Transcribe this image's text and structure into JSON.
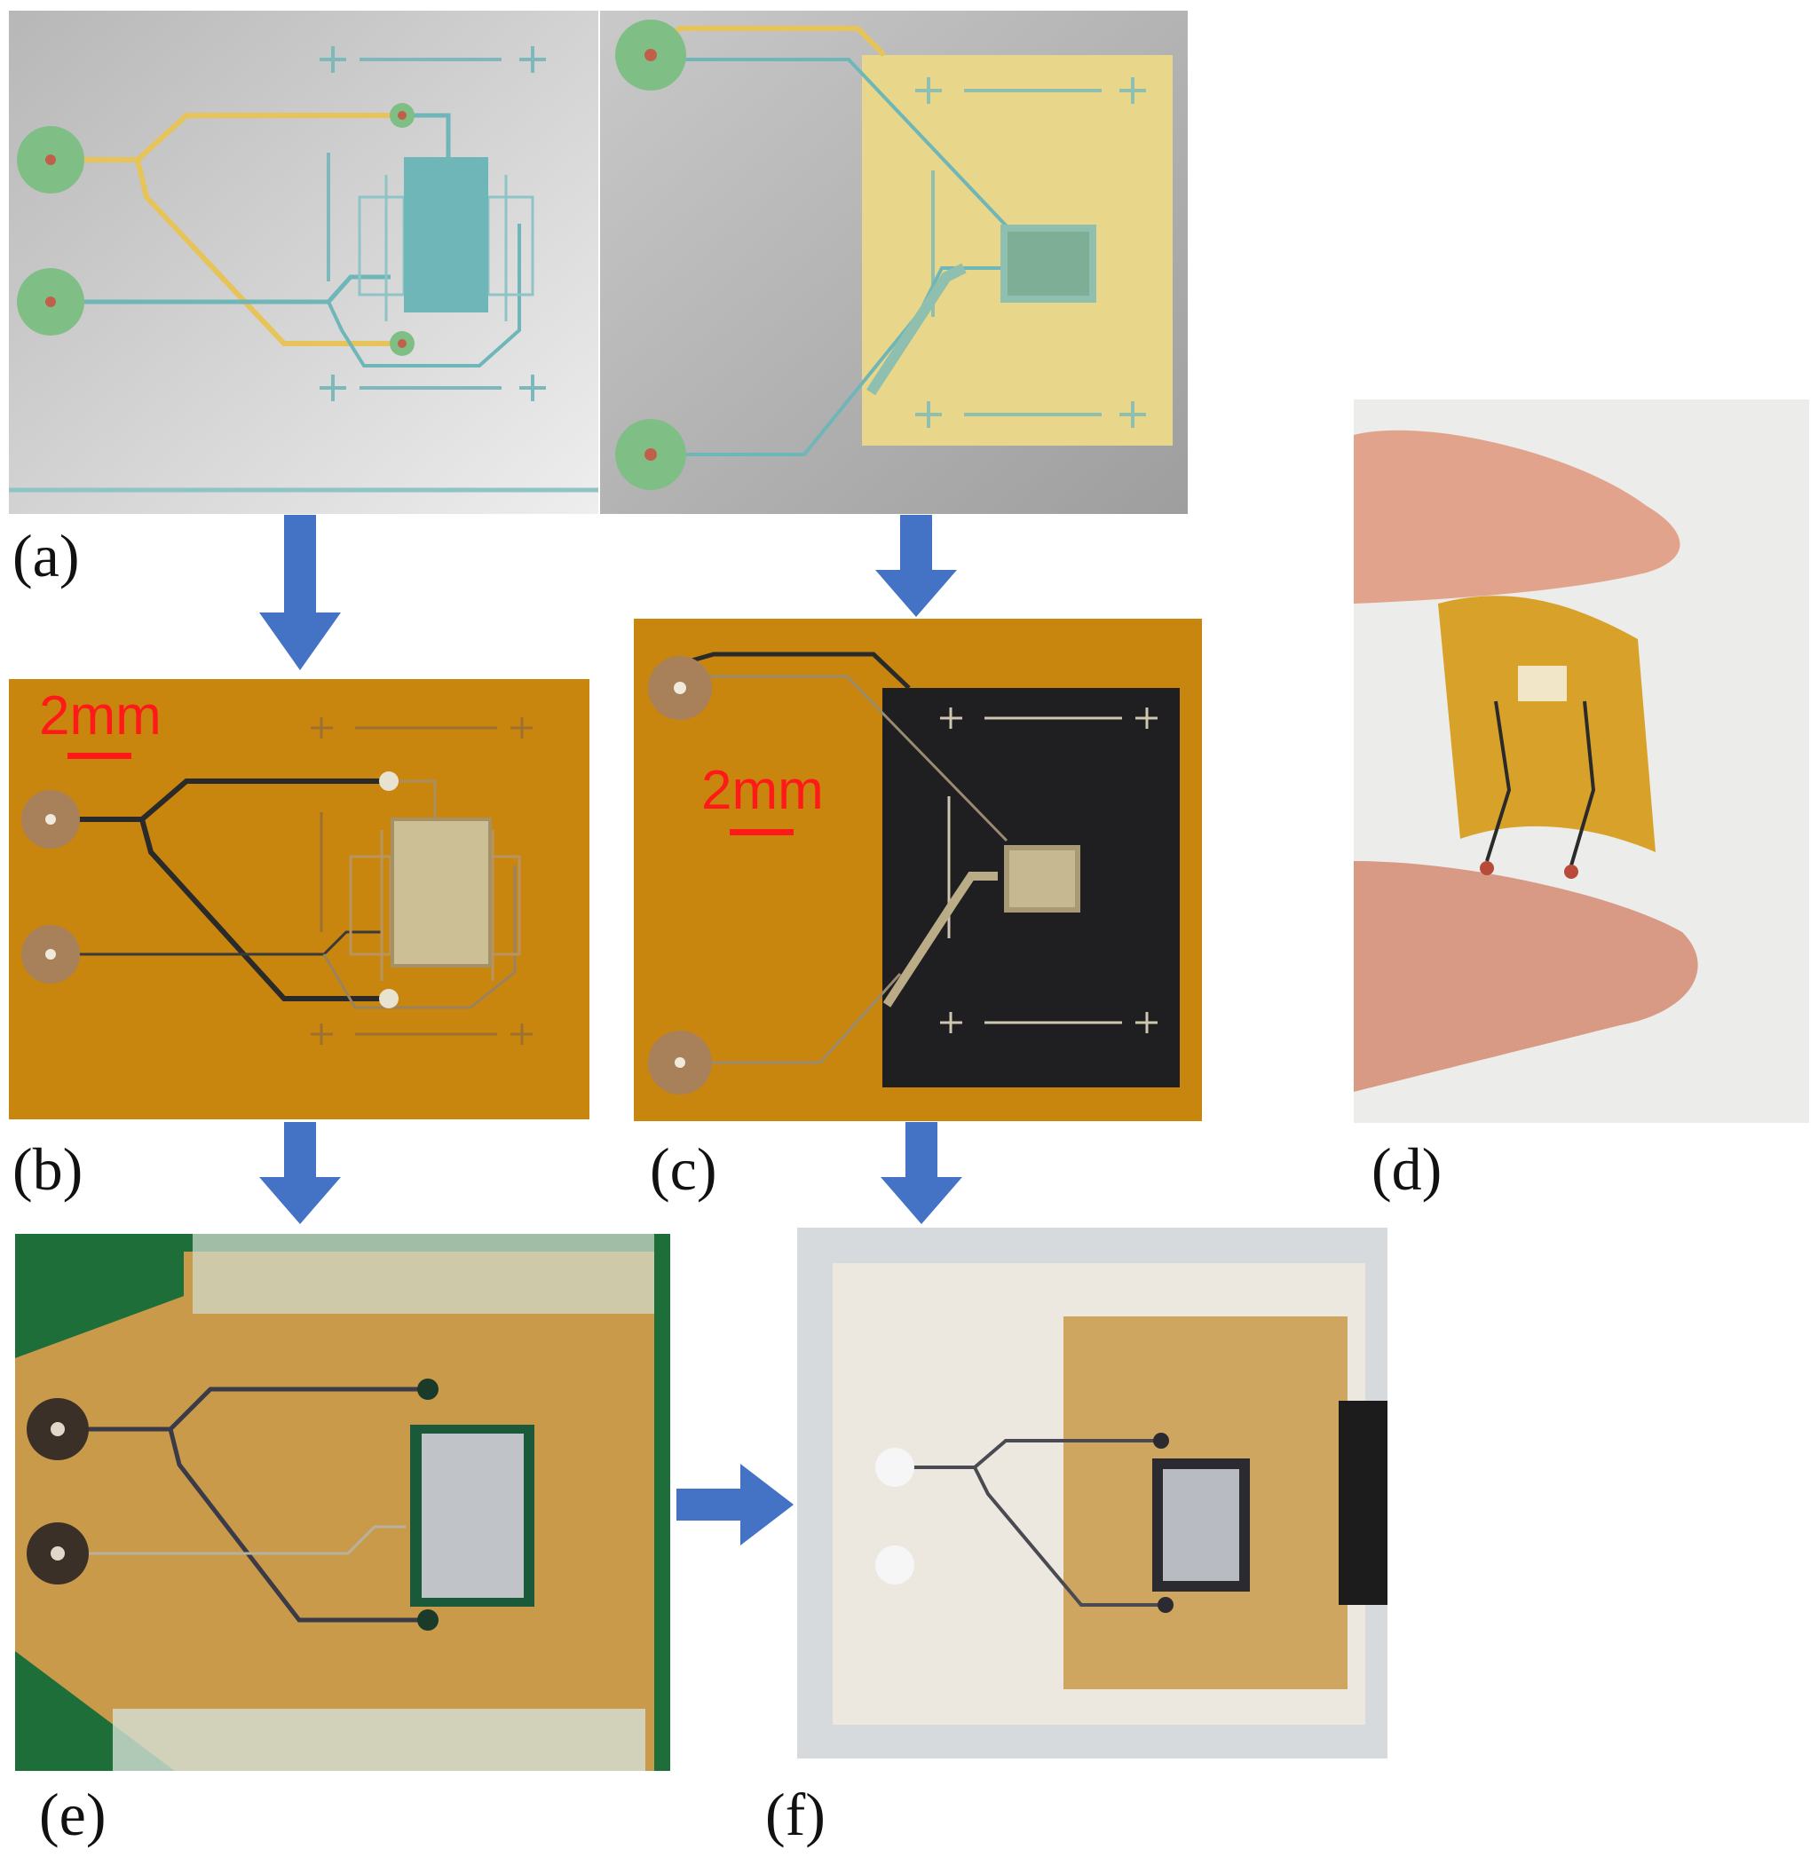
{
  "panels": {
    "a": {
      "label": "(a)"
    },
    "b": {
      "label": "(b)",
      "scale_text": "2mm"
    },
    "c": {
      "label": "(c)",
      "scale_text": "2mm"
    },
    "d": {
      "label": "(d)"
    },
    "e": {
      "label": "(e)"
    },
    "f": {
      "label": "(f)"
    }
  },
  "colors": {
    "arrow": "#4472c4",
    "polyimide": "#c8860e",
    "copper_trace": "#2a2a2a",
    "design_yellow_trace": "#e6c45a",
    "design_teal_trace": "#6fb6b8",
    "pad_green": "#7fbf86"
  }
}
